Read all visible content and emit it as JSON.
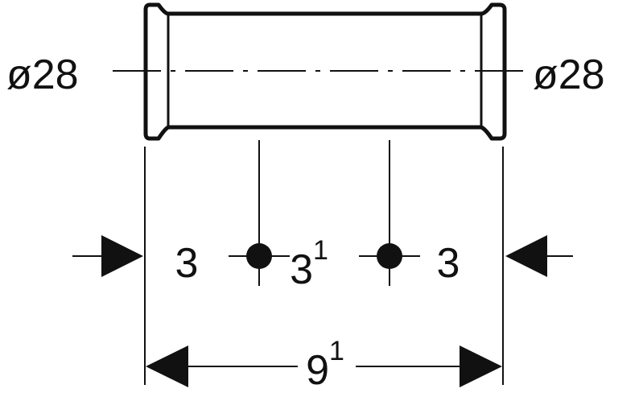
{
  "diagram": {
    "left_diameter": "ø28",
    "right_diameter": "ø28",
    "segments": [
      {
        "main": "3",
        "sup": ""
      },
      {
        "main": "3",
        "sup": "1"
      },
      {
        "main": "3",
        "sup": ""
      }
    ],
    "total": {
      "main": "9",
      "sup": "1"
    }
  },
  "colors": {
    "stroke": "#111111",
    "background": "#ffffff"
  }
}
